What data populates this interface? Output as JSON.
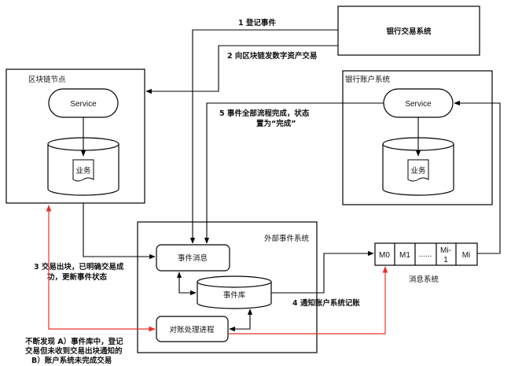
{
  "nodes": {
    "bank_system": "银行交易系统",
    "blockchain_node": "区块链节点",
    "bank_account_system": "银行账户系统",
    "external_event_system": "外部事件系统",
    "service_left": "Service",
    "service_right": "Service",
    "business_left": "业务",
    "business_right": "业务",
    "event_message": "事件消息",
    "event_store": "事件库",
    "reconcile_process": "对账处理进程",
    "message_system": "消息系统"
  },
  "queue": {
    "cells": [
      "M0",
      "M1",
      "......",
      "Mi-",
      "1",
      "Mi"
    ]
  },
  "edges": {
    "e1": "1 登记事件",
    "e2": "2 向区块链发数字资产交易",
    "e3_line1": "3 交易出块，已明确交易成",
    "e3_line2": "功，更新事件状态",
    "e4": "4 通知账户系统记账",
    "e5_line1": "5 事件全部流程完成，状态",
    "e5_line2": "置为“完成”"
  },
  "note": {
    "line1": "不断发现 A）事件库中，登记",
    "line2": "交易但未收到交易出块通知的",
    "line3": "B）账户系统未完成交易"
  },
  "colors": {
    "line": "#000000",
    "highlight_red": "#e8322b"
  }
}
